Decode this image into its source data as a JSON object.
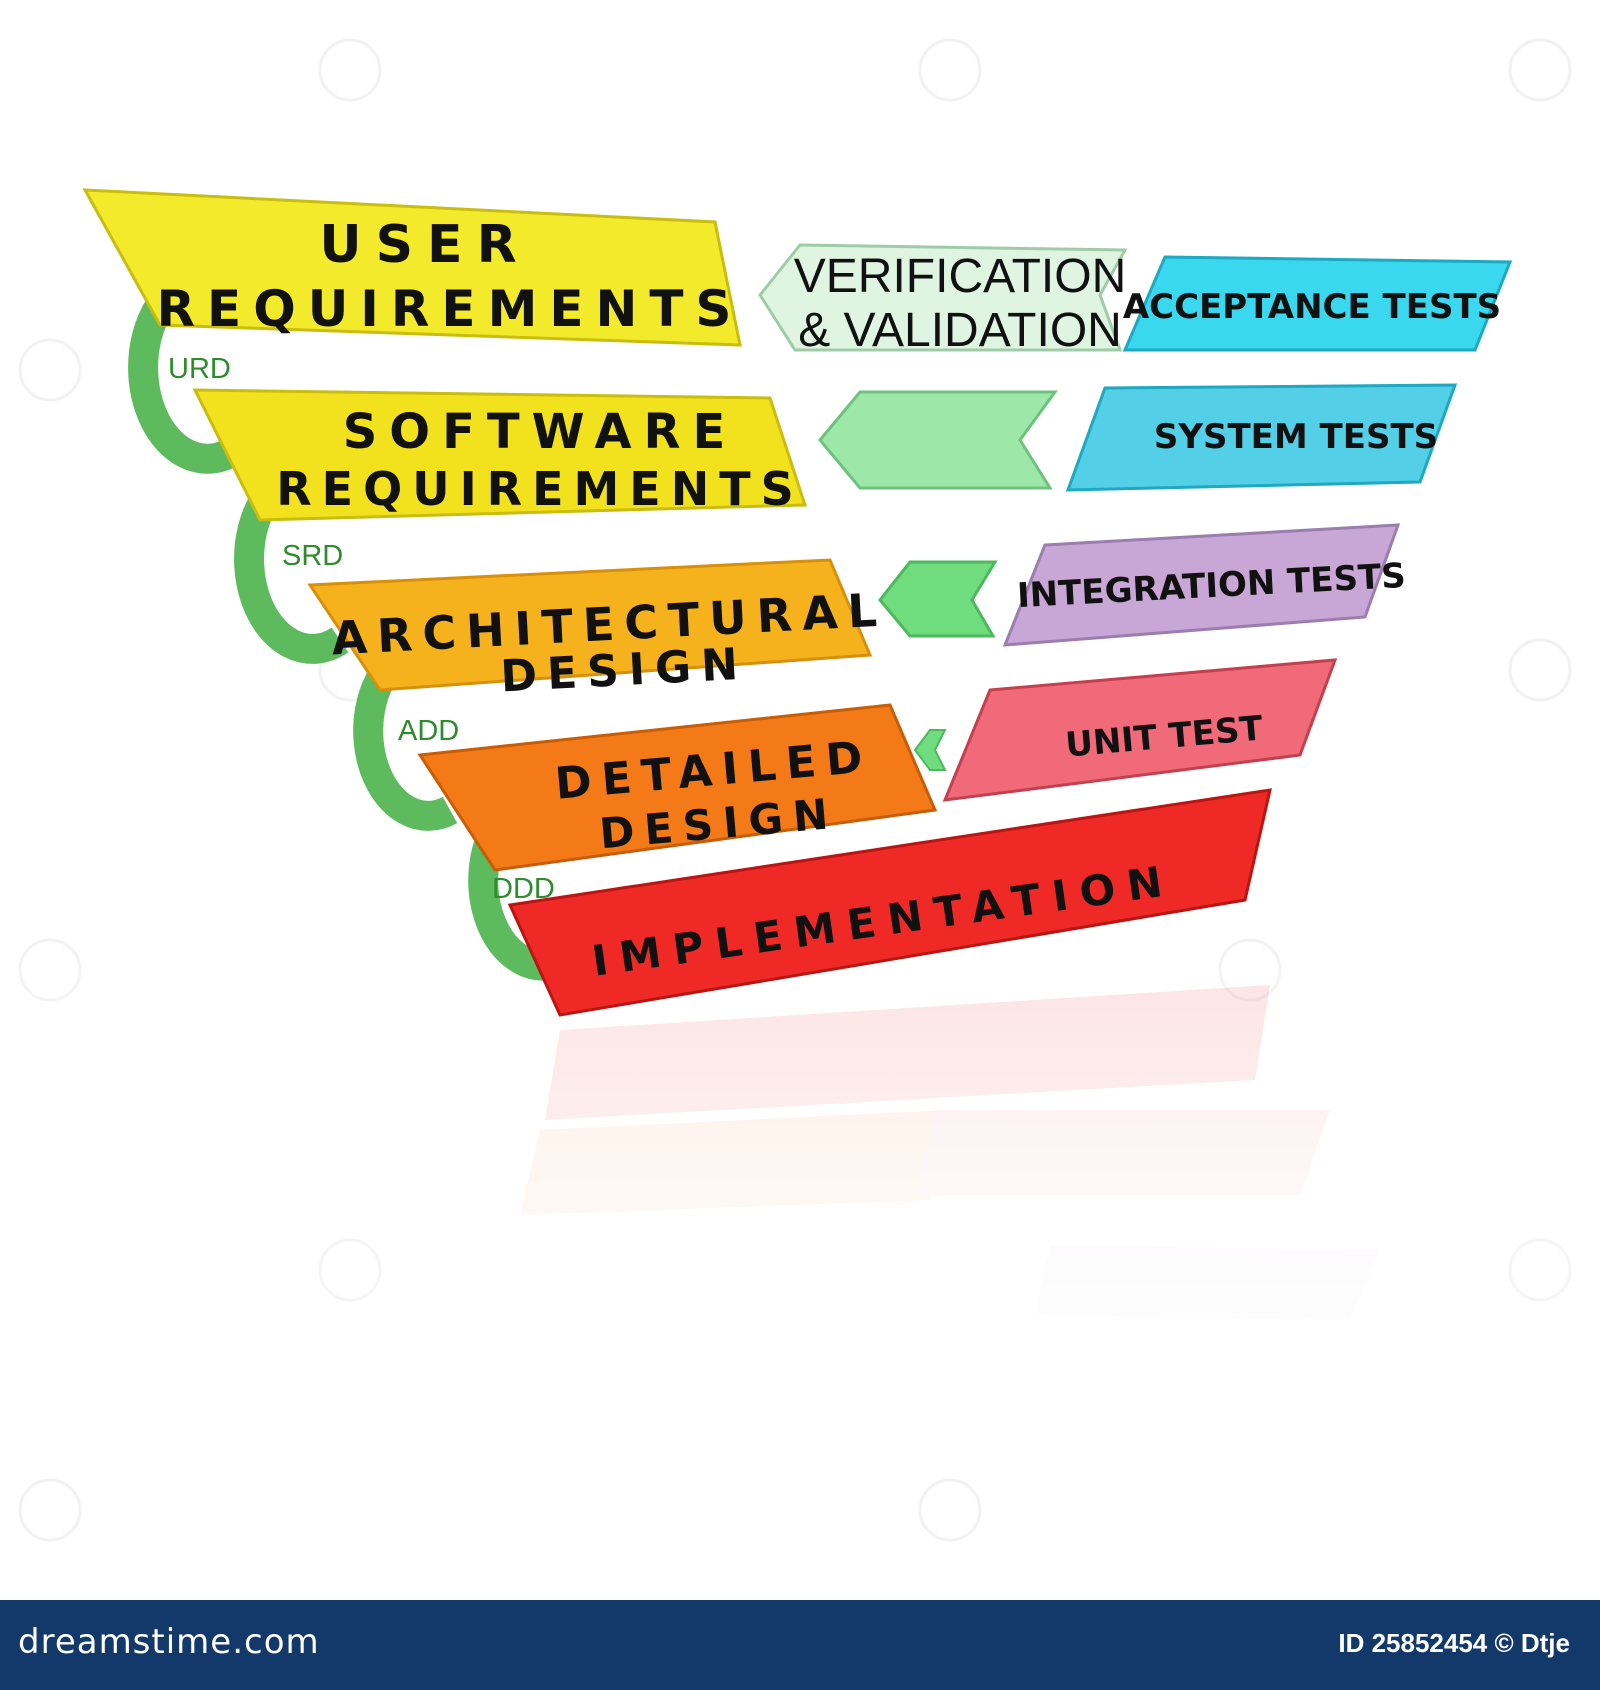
{
  "diagram": {
    "left_phases": [
      {
        "line1": "USER",
        "line2": "REQUIREMENTS",
        "color": "#f4ea2c"
      },
      {
        "line1": "SOFTWARE",
        "line2": "REQUIREMENTS",
        "color": "#f2e21e"
      },
      {
        "line1": "ARCHITECTURAL",
        "line2": "DESIGN",
        "color": "#f6b21c"
      },
      {
        "line1": "DETAILED",
        "line2": "DESIGN",
        "color": "#f47a18"
      }
    ],
    "bottom_phase": {
      "label": "IMPLEMENTATION",
      "color": "#ef2a26"
    },
    "documents": [
      "URD",
      "SRD",
      "ADD",
      "DDD"
    ],
    "verification": {
      "line1": "VERIFICATION",
      "line2": "& VALIDATION"
    },
    "test_phases": [
      {
        "label": "ACCEPTANCE TESTS",
        "color": "#39d8ef"
      },
      {
        "label": "SYSTEM TESTS",
        "color": "#53cfe8"
      },
      {
        "label": "INTEGRATION TESTS",
        "color": "#c8a6d6"
      },
      {
        "label": "UNIT TEST",
        "color": "#f06a7a"
      }
    ],
    "arrow_color": "#9de8a8",
    "loop_color": "#5dbb5d"
  },
  "footer": {
    "site": "dreamstime.com",
    "meta": "ID 25852454 © Dtje"
  }
}
